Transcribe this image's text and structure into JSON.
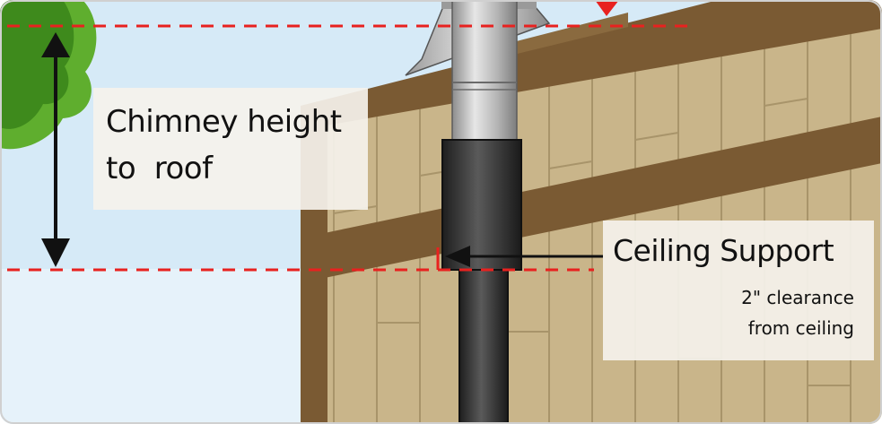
{
  "labels": {
    "chimney_height": [
      "Chimney height",
      "to  roof"
    ],
    "ceiling_support": "Ceiling Support",
    "clearance": [
      "2\" clearance",
      "from ceiling"
    ]
  },
  "colors": {
    "sky": "#cfe6f5",
    "wall_siding": "#c9b58a",
    "wood_trim": "#7a5a33",
    "pipe_dark": "#3a3a3a",
    "pipe_steel": "#b9b9b9",
    "guide_line": "#e8211f",
    "tree_green": "#5fae2e"
  }
}
